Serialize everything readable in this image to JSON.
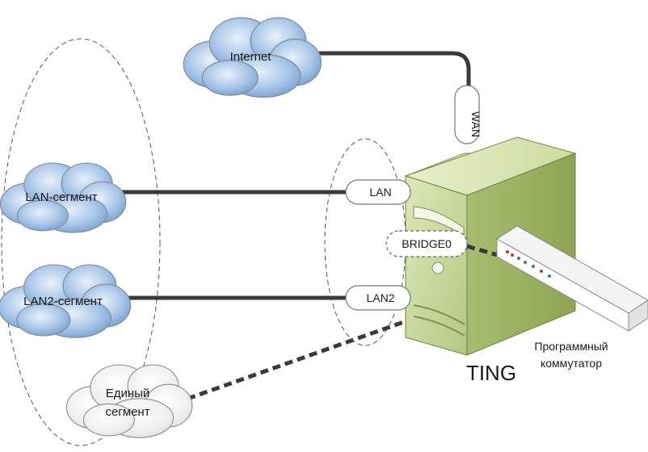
{
  "clouds": {
    "internet": "Internet",
    "lan_segment": "LAN-сегмент",
    "lan2_segment": "LAN2-сегмент",
    "unified_segment_line1": "Единый",
    "unified_segment_line2": "сегмент"
  },
  "interfaces": {
    "wan": "WAN",
    "lan": "LAN",
    "lan2": "LAN2",
    "bridge": "BRIDGE0"
  },
  "server": {
    "name": "TING"
  },
  "switch": {
    "label_line1": "Программный",
    "label_line2": "коммутатор"
  },
  "colors": {
    "cloud_blue": "#8fb3dd",
    "cloud_grey": "#e8e8e8",
    "server_green": "#c5d69a",
    "cable": "#3a3a3a"
  }
}
